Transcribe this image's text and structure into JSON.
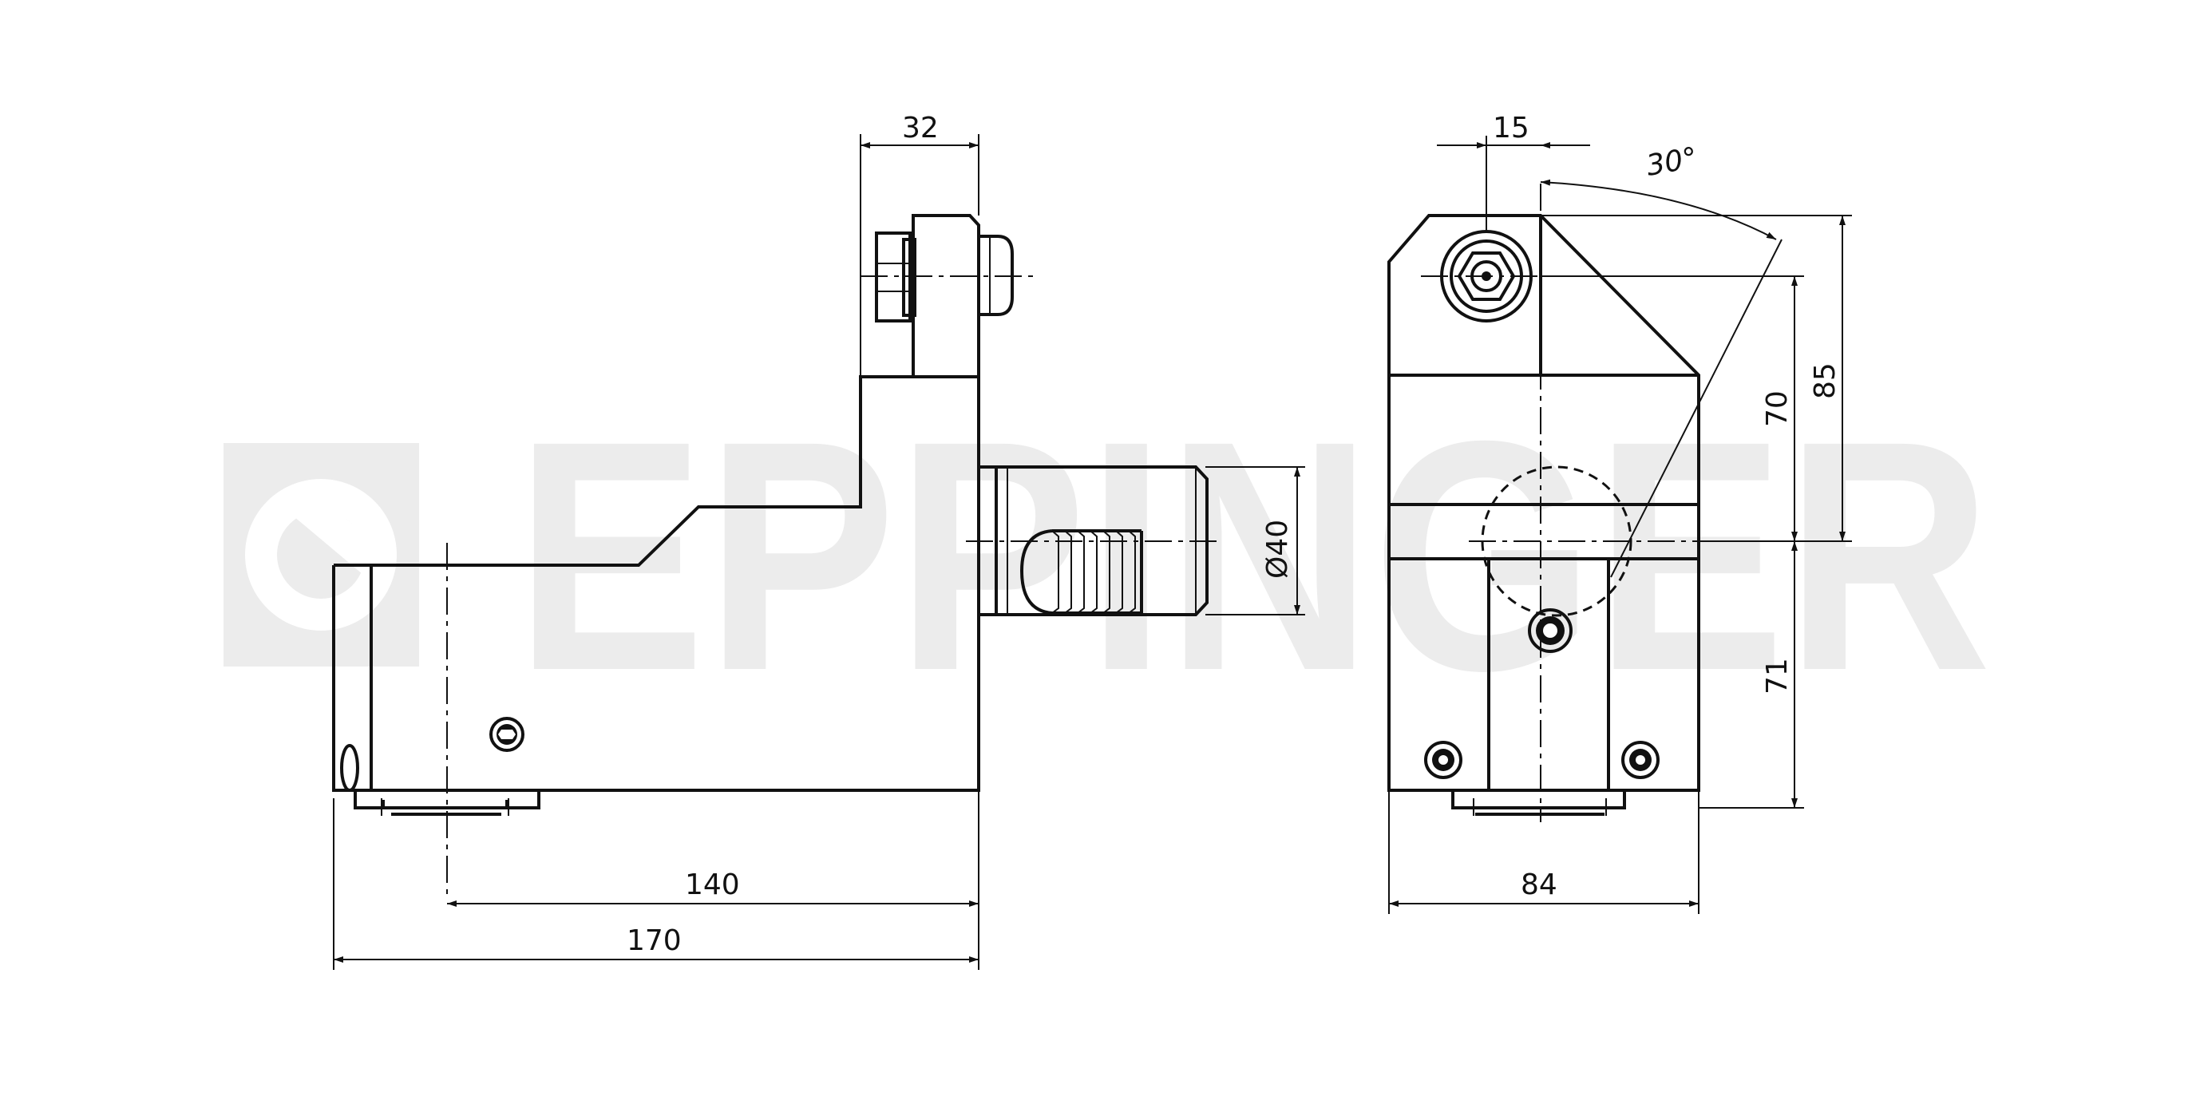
{
  "watermark": {
    "text": "EPPINGER",
    "color": "#ececec"
  },
  "colors": {
    "line": "#111111",
    "background": "#ffffff"
  },
  "dimensions": {
    "side_top_width": "32",
    "side_bore_offset": "140",
    "side_total_length": "170",
    "shank_diameter": "Ø40",
    "front_offset": "15",
    "front_angle": "30°",
    "front_height_85": "85",
    "front_height_70": "70",
    "front_height_71": "71",
    "front_width": "84"
  }
}
